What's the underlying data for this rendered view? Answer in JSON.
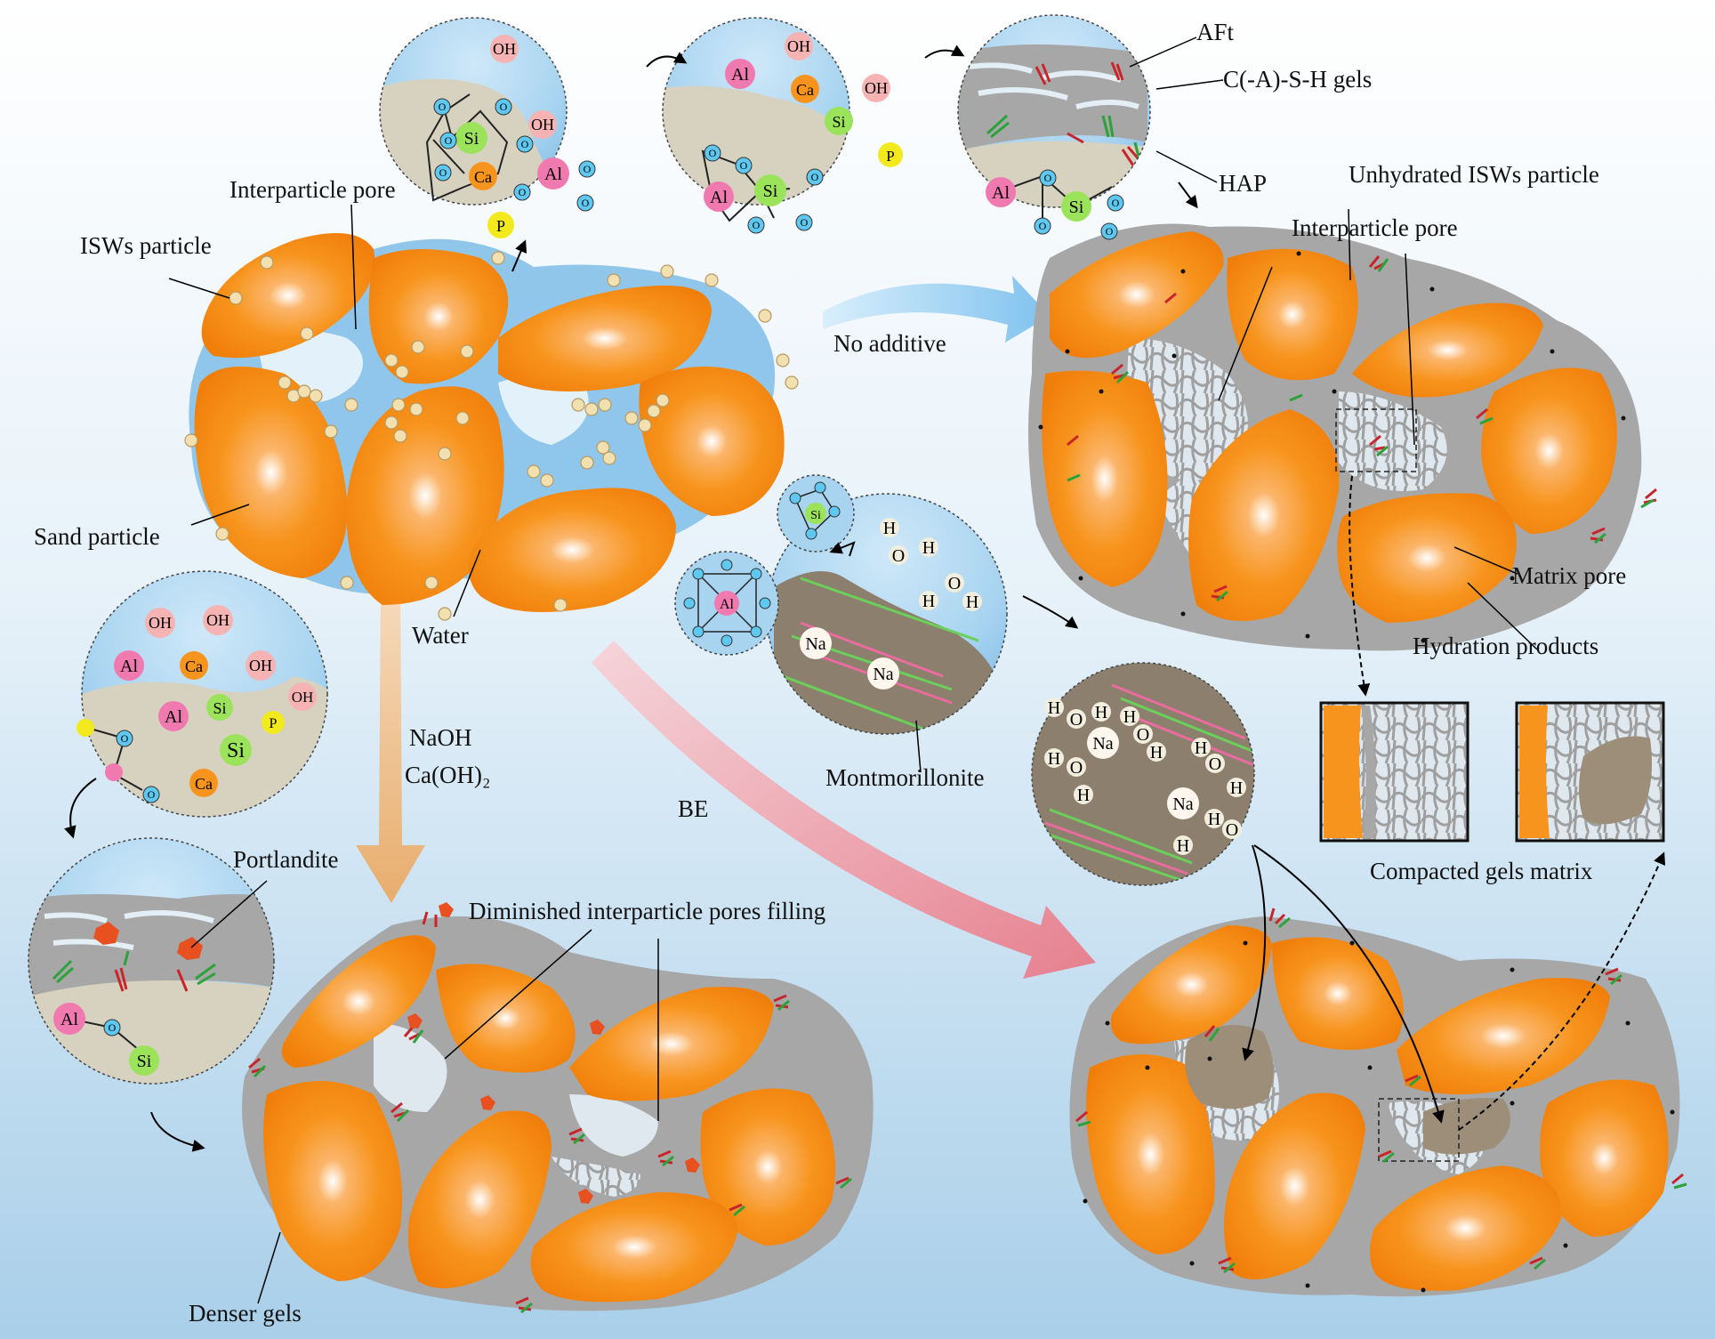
{
  "labels": {
    "interparticle_pore": "Interparticle pore",
    "isws_particle": "ISWs particle",
    "sand_particle": "Sand particle",
    "water": "Water",
    "no_additive": "No additive",
    "naoh": "NaOH",
    "caoh2": "Ca(OH)₂",
    "be": "BE",
    "aft": "AFt",
    "cash_gels": "C(-A)-S-H gels",
    "hap": "HAP",
    "unhydrated_isws": "Unhydrated ISWs particle",
    "interparticle_pore_right": "Interparticle pore",
    "matrix_pore": "Matrix pore",
    "hydration_products": "Hydration products",
    "compacted_gels_matrix": "Compacted gels matrix",
    "montmorillonite": "Montmorillonite",
    "portlandite": "Portlandite",
    "diminished_pores": "Diminished interparticle pores filling",
    "denser_gels": "Denser gels"
  },
  "circle1_ions": {
    "oh_a": "OH",
    "oh_b": "OH",
    "si": "Si",
    "ca": "Ca",
    "al": "Al",
    "p": "P",
    "o": "O"
  },
  "circle2_ions": {
    "oh_a": "OH",
    "oh_b": "OH",
    "al_a": "Al",
    "al_b": "Al",
    "ca": "Ca",
    "si_a": "Si",
    "si_b": "Si",
    "p": "P",
    "o": "O"
  },
  "circle3_ions": {
    "al": "Al",
    "si": "Si",
    "o": "O"
  },
  "circle4_ions": {
    "oh_a": "OH",
    "oh_b": "OH",
    "oh_c": "OH",
    "oh_d": "OH",
    "al_a": "Al",
    "al_b": "Al",
    "ca_a": "Ca",
    "ca_b": "Ca",
    "si_a": "Si",
    "si_b": "Si",
    "p": "P",
    "o": "O"
  },
  "circle5_ions": {
    "al": "Al",
    "si": "Si",
    "o": "O"
  },
  "mont_ions": {
    "na": "Na",
    "h": "H",
    "o": "O",
    "si": "Si",
    "al": "Al"
  },
  "colors": {
    "sand": "#f7941d",
    "gel": "#a7a7a7",
    "water": "#6fb6e6",
    "arrow_blue": "#8ccbf0",
    "arrow_orange": "#e9b173",
    "arrow_red": "#e47f8e",
    "o_ion": "#5fc8f0",
    "si_ion": "#9be35a",
    "al_ion": "#f07ab0",
    "ca_ion": "#f7941d",
    "p_ion": "#f2ea1c",
    "oh_ion": "#f6b3b3"
  }
}
